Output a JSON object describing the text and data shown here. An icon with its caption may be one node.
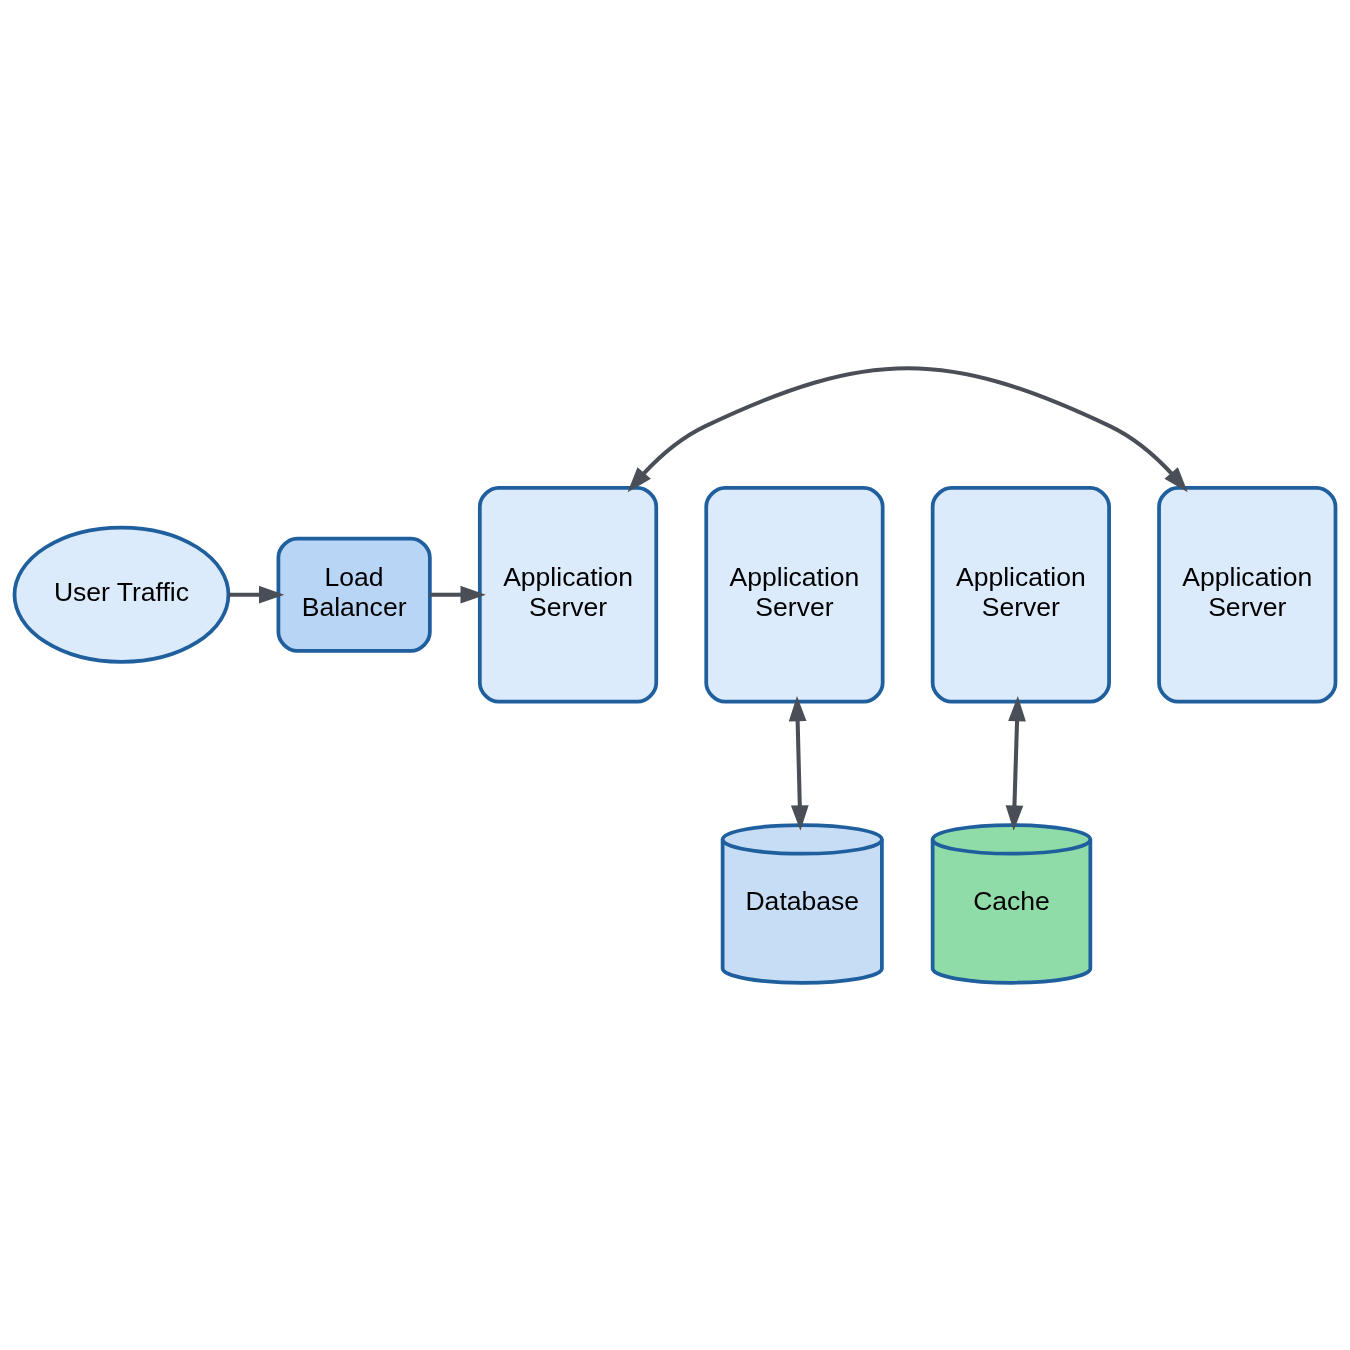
{
  "diagram": {
    "nodes": [
      {
        "text": [
          "User Traffic"
        ]
      },
      {
        "text": [
          "Load Balancer"
        ]
      },
      {
        "text": [
          "Application Server"
        ]
      },
      {
        "text": [
          "Application Server"
        ]
      },
      {
        "text": [
          "Application Server"
        ]
      },
      {
        "text": [
          "Application Server"
        ]
      },
      {
        "text": [
          "Database"
        ]
      },
      {
        "text": [
          "Cache"
        ]
      }
    ],
    "edges": [
      {
        "from": 0,
        "to": 1,
        "arrow": "to"
      },
      {
        "from": 1,
        "to": 2,
        "arrow": "to"
      },
      {
        "from": 2,
        "to": 5,
        "arrow": "both"
      },
      {
        "from": 3,
        "to": 6,
        "arrow": "both"
      },
      {
        "from": 4,
        "to": 7,
        "arrow": "both"
      }
    ]
  }
}
